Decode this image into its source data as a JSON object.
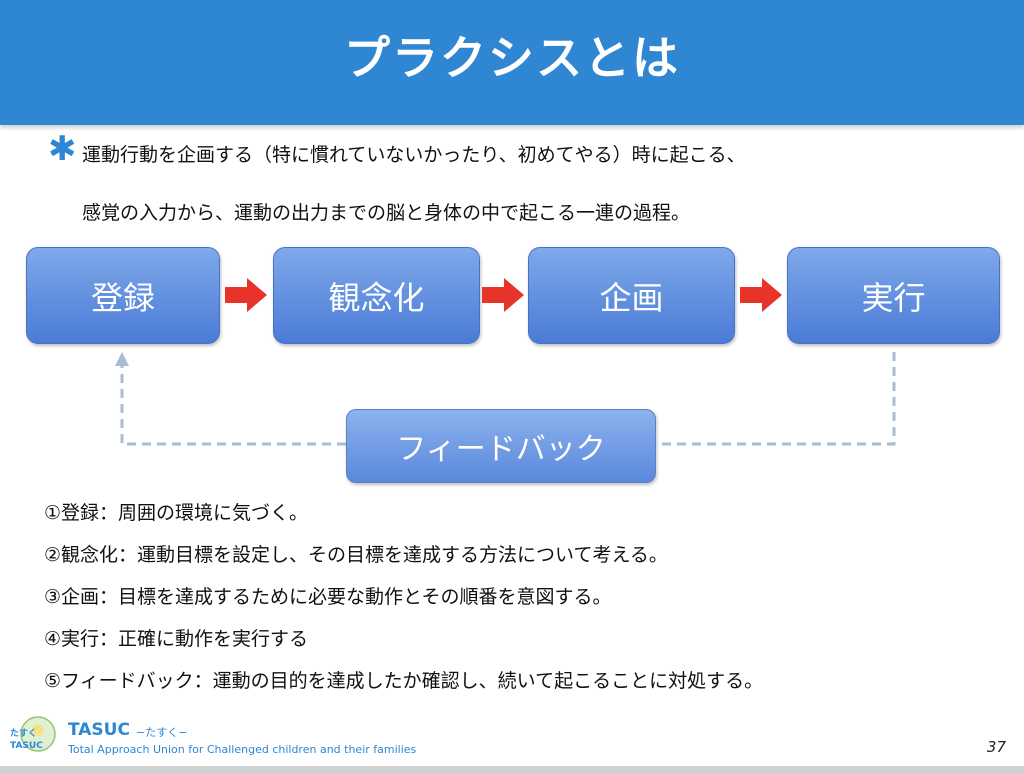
{
  "header": {
    "title": "プラクシスとは"
  },
  "intro": {
    "line1": "運動行動を企画する（特に慣れていないかったり、初めてやる）時に起こる、",
    "line2": "感覚の入力から、運動の出力までの脳と身体の中で起こる一連の過程。"
  },
  "flow": {
    "boxes": [
      "登録",
      "観念化",
      "企画",
      "実行"
    ],
    "feedback": "フィードバック",
    "arrow_color": "#e8332a",
    "box_color": "#5b8ad9"
  },
  "steps": [
    "①登録：周囲の環境に気づく。",
    "②観念化：運動目標を設定し、その目標を達成する方法について考える。",
    "③企画：目標を達成するために必要な動作とその順番を意図する。",
    "④実行：正確に動作を実行する",
    "⑤フィードバック：運動の目的を達成したか確認し、続いて起こることに対処する。"
  ],
  "footer": {
    "org_name": "TASUC",
    "org_kana": "−たすく−",
    "org_full": "Total Approach Union for Challenged children and their families",
    "logo_text_1": "たすく",
    "logo_text_2": "TASUC",
    "page_number": "37"
  }
}
